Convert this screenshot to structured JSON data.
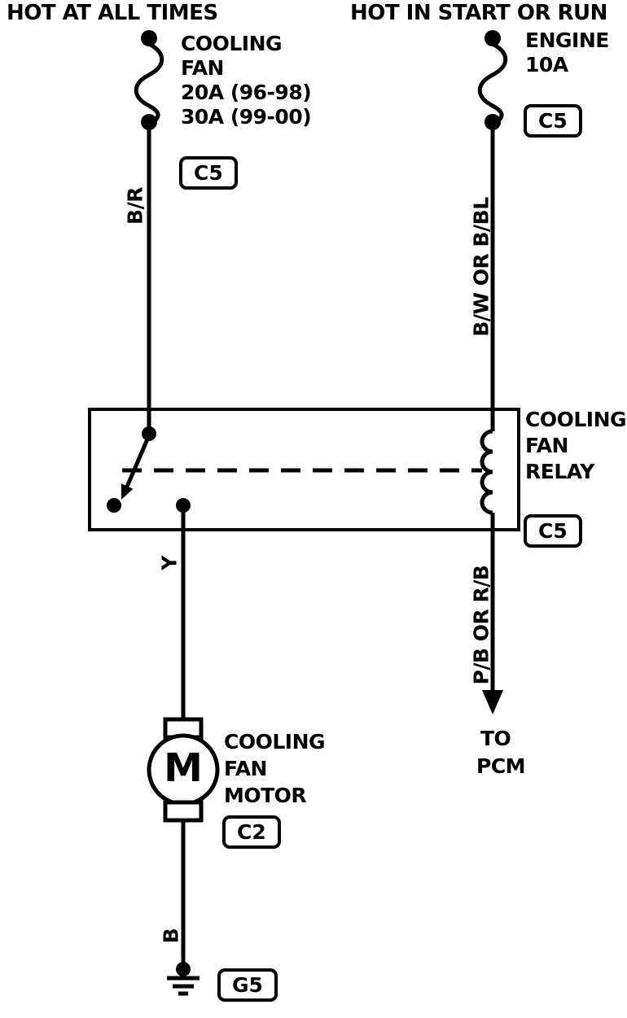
{
  "diagram": {
    "headers": {
      "left": "HOT AT ALL TIMES",
      "right": "HOT IN START OR RUN"
    },
    "left_fuse": {
      "label_lines": [
        "COOLING",
        "FAN",
        "20A (96-98)",
        "30A (99-00)"
      ],
      "connector": "C5",
      "wire_label": "B/R"
    },
    "right_fuse": {
      "label_lines": [
        "ENGINE",
        "10A"
      ],
      "connector": "C5",
      "wire_label": "B/W OR B/BL"
    },
    "relay": {
      "label_lines": [
        "COOLING",
        "FAN",
        "RELAY"
      ],
      "connector": "C5",
      "output_wire_label": "P/B OR R/B",
      "destination_lines": [
        "TO",
        "PCM"
      ]
    },
    "motor": {
      "symbol": "M",
      "label_lines": [
        "COOLING",
        "FAN",
        "MOTOR"
      ],
      "connector": "C2",
      "input_wire_label": "Y",
      "ground_wire_label": "B"
    },
    "ground": {
      "connector": "G5"
    },
    "colors": {
      "line": "#000000",
      "background": "#ffffff"
    }
  }
}
